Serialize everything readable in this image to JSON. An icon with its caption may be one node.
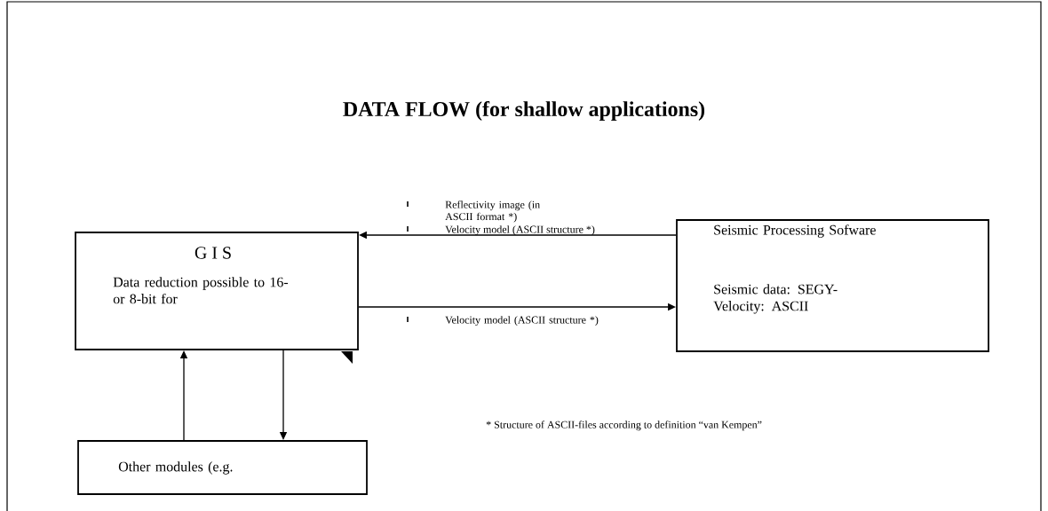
{
  "diagram": {
    "title": "DATA FLOW (for shallow applications)",
    "nodes": [
      {
        "text": [
          "G I S",
          "Data reduction possible to 16- or 8-bit for"
        ]
      },
      {
        "text": [
          "Seismic Processing Sofware",
          "Seismic data: SEGY- Velocity: ASCII"
        ]
      },
      {
        "text": [
          "Other modules (e.g."
        ]
      }
    ],
    "edges": [
      {
        "from": 1,
        "to": 0,
        "arrow": "to",
        "label": "Reflectivity image (in ASCII format *)"
      },
      {
        "from": 0,
        "to": 1,
        "arrow": "to",
        "label": "Velocity model (ASCII structure *)"
      },
      {
        "from": 2,
        "to": 0,
        "arrow": "to"
      },
      {
        "from": 0,
        "to": 2,
        "arrow": "to"
      }
    ],
    "labels": [
      "Velocity model (ASCII structure *)",
      "* Structure of ASCII-files according to definition “van Kempen”"
    ]
  }
}
